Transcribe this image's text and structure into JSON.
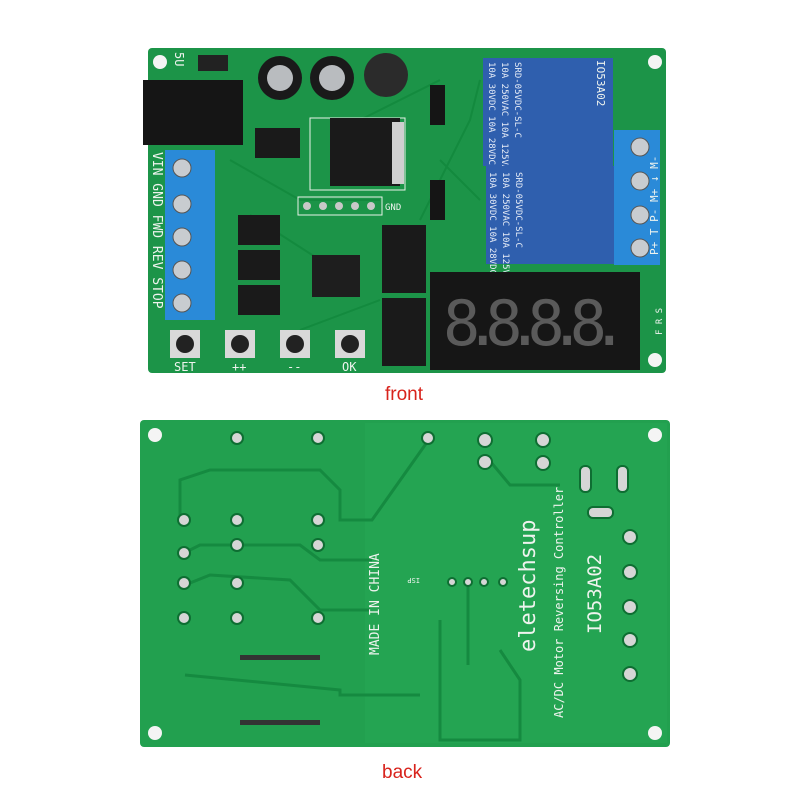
{
  "captions": {
    "front": "front",
    "back": "back"
  },
  "front": {
    "power_label": "5U",
    "terminal_labels": "VIN GND FWD REV STOP",
    "output_labels": "P+ T P- M+ ↓ M-",
    "model": "IO53A02",
    "relay_text": [
      "SRD-05VDC-SL-C",
      "10A 250VAC 10A 125VAC",
      "10A 30VDC 10A 28VDC"
    ],
    "header_label": "GND",
    "led_labels": "F R S",
    "display_digits": "8.8.8.8.",
    "buttons": [
      "SET",
      "++",
      "--",
      "OK"
    ]
  },
  "back": {
    "made_in": "MADE IN CHINA",
    "brand": "eletechsup",
    "product": "AC/DC Motor Reversing Controller",
    "model": "IO53A02",
    "isp_label": "ISP"
  },
  "colors": {
    "pcb": "#1f9a4c",
    "relay": "#2f5fae",
    "terminal": "#2a8ad8",
    "caption": "#d8231c"
  }
}
